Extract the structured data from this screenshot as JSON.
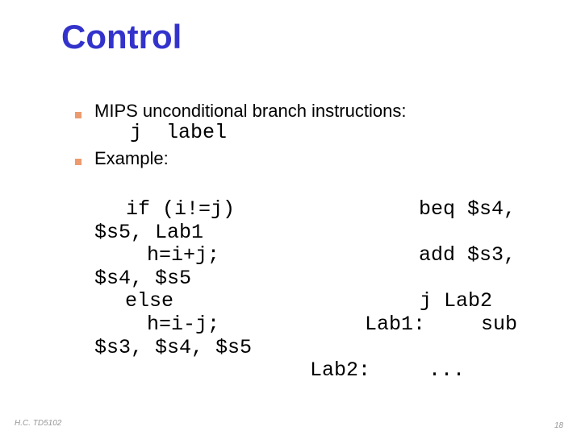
{
  "title": "Control",
  "colors": {
    "title": "#3333CC",
    "bullet": "#EC9A6E",
    "text": "#000000",
    "footer": "#969696"
  },
  "bullets": {
    "b1": "MIPS unconditional branch instructions:",
    "b1_code": "j  label",
    "b2": "Example:"
  },
  "code": {
    "l1_left": "if (i!=j)",
    "l1_right": "beq $s4,",
    "l2_left": "$s5, Lab1",
    "l3_left": "h=i+j;",
    "l3_right": "add $s3,",
    "l4_left": "$s4, $s5",
    "l5_left": "else",
    "l5_right": "j Lab2",
    "l6_left": "h=i-j;",
    "l6_label": "Lab1:",
    "l6_right": "sub",
    "l7_left": "$s3, $s4, $s5",
    "l8_label": "Lab2:",
    "l8_right": "..."
  },
  "footer": {
    "left": "H.C. TD5102",
    "page": "18"
  }
}
